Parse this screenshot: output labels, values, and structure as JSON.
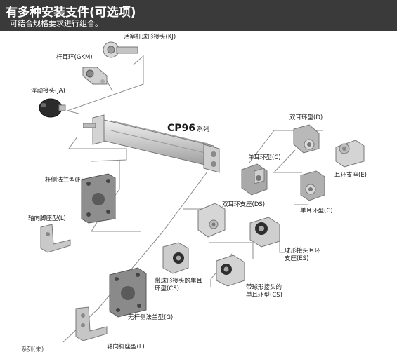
{
  "header": {
    "title": "有多种安装支件(可选项)",
    "subtitle": "可结合规格要求进行组合。"
  },
  "series": {
    "model": "CP96",
    "suffix": "系列"
  },
  "labels": {
    "kj": "活塞杆球形接头(KJ)",
    "gkm": "杆耳环(GKM)",
    "ja": "浮动接头(JA)",
    "d": "双耳环型(D)",
    "c_single": "单耳环型(C)",
    "e": "耳环支座(E)",
    "c_lower": "单耳环型(C)",
    "f": "杆侧法兰型(F)",
    "ds": "双耳环支座(DS)",
    "l_upper": "轴向脚座型(L)",
    "es_1": "球形接头耳环",
    "es_2": "支座(ES)",
    "cs_left_1": "带球形接头的单耳",
    "cs_left_2": "环型(CS)",
    "cs_right_1": "带球形接头的",
    "cs_right_2": "单耳环型(CS)",
    "g": "无杆侧法兰型(G)",
    "l_bottom": "轴向脚座型(L)",
    "cut_text": "系列(未)"
  },
  "colors": {
    "header_bg": "#3a3a3a",
    "header_text": "#ffffff",
    "connector": "#8c8c8c"
  }
}
